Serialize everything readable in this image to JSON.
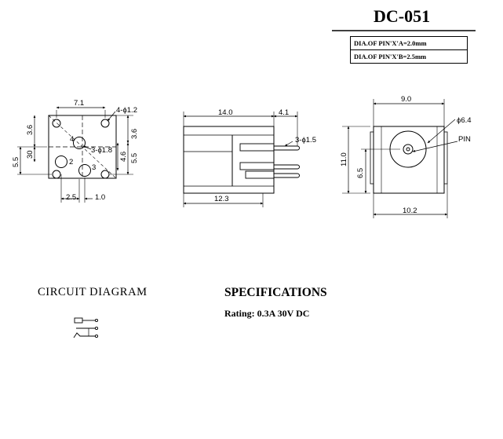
{
  "title": "DC-051",
  "pin_table": [
    "DIA.OF PIN'X'A=2.0mm",
    "DIA.OF PIN'X'B=2.5mm"
  ],
  "bottom_view": {
    "width_dim": "7.1",
    "hole_callout": "4-ϕ1.2",
    "left_top_dim": "3.6",
    "left_mid_dim": "30",
    "left_outer_dim": "5.5",
    "center_callout": "3-ϕ1.8",
    "right_top_dim": "3.6",
    "right_mid_dim": "4.6",
    "right_low_dim": "5.5",
    "bottom_left_dim": "2.5",
    "bottom_right_dim": "1.0",
    "pin_labels": [
      "4",
      "2",
      "3"
    ]
  },
  "side_view": {
    "body_length": "14.0",
    "pin_length": "4.1",
    "pin_callout": "3-ϕ1.5",
    "bottom_length": "12.3"
  },
  "front_view": {
    "width": "9.0",
    "hole_dia": "ϕ6.4",
    "pin_label": "PIN",
    "height": "11.0",
    "center_height": "6.5",
    "bottom_width": "10.2"
  },
  "circuit": {
    "title": "CIRCUIT DIAGRAM",
    "symbol": "dc-jack-symbol"
  },
  "specifications": {
    "title": "SPECIFICATIONS",
    "rating": "Rating: 0.3A 30V DC"
  }
}
